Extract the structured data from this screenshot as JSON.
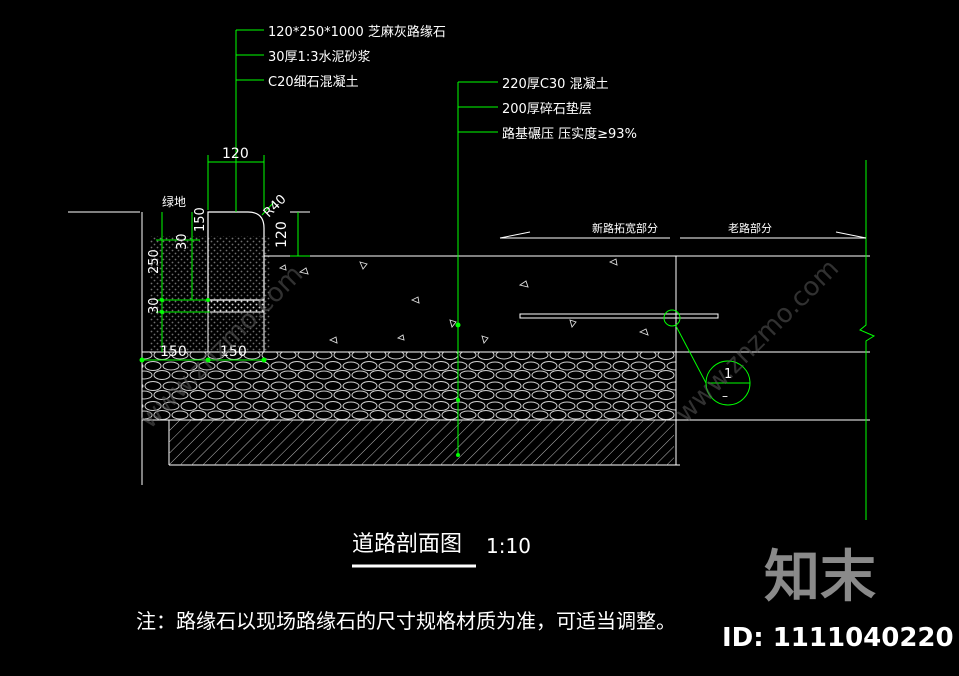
{
  "callouts_left": [
    "120*250*1000 芝麻灰路缘石",
    "30厚1:3水泥砂浆",
    "C20细石混凝土"
  ],
  "callouts_right": [
    "220厚C30 混凝土",
    "200厚碎石垫层",
    "路基碾压  压实度≥93%"
  ],
  "dimensions": {
    "top_width": "120",
    "radius": "R40",
    "curb_exposed": "120",
    "left_150a": "150",
    "left_30": "30",
    "left_250": "250",
    "left_30b": "30",
    "bottom_150a": "150",
    "bottom_150b": "150"
  },
  "labels": {
    "green_space": "绿地",
    "new_road": "新路拓宽部分",
    "old_road": "老路部分",
    "detail_top": "1",
    "detail_bottom": "–"
  },
  "title": {
    "text": "道路剖面图",
    "scale": "1:10"
  },
  "note": "注：路缘石以现场路缘石的尺寸规格材质为准，可适当调整。",
  "watermark": {
    "brand": "知末",
    "id": "ID: 1111040220",
    "site": "www.znzmo.com"
  },
  "colors": {
    "background": "#000000",
    "line": "#ffffff",
    "dim": "#00ff00"
  }
}
